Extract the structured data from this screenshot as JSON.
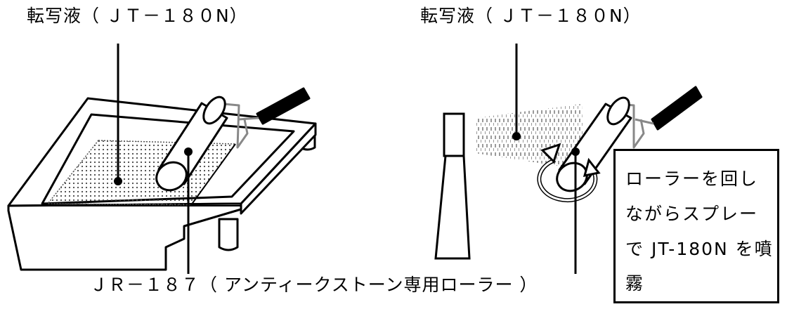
{
  "labels": {
    "left_top": "転写液（ ＪＴ－１８０N）",
    "right_top": "転写液（ ＪＴ－１８０N）",
    "bottom": "ＪＲ－１８７（ アンティークストーン専用ローラー ）"
  },
  "instruction": {
    "lines": [
      "ローラーを回し",
      "ながらスプレー",
      "で JT-180N を噴",
      "霧"
    ]
  }
}
